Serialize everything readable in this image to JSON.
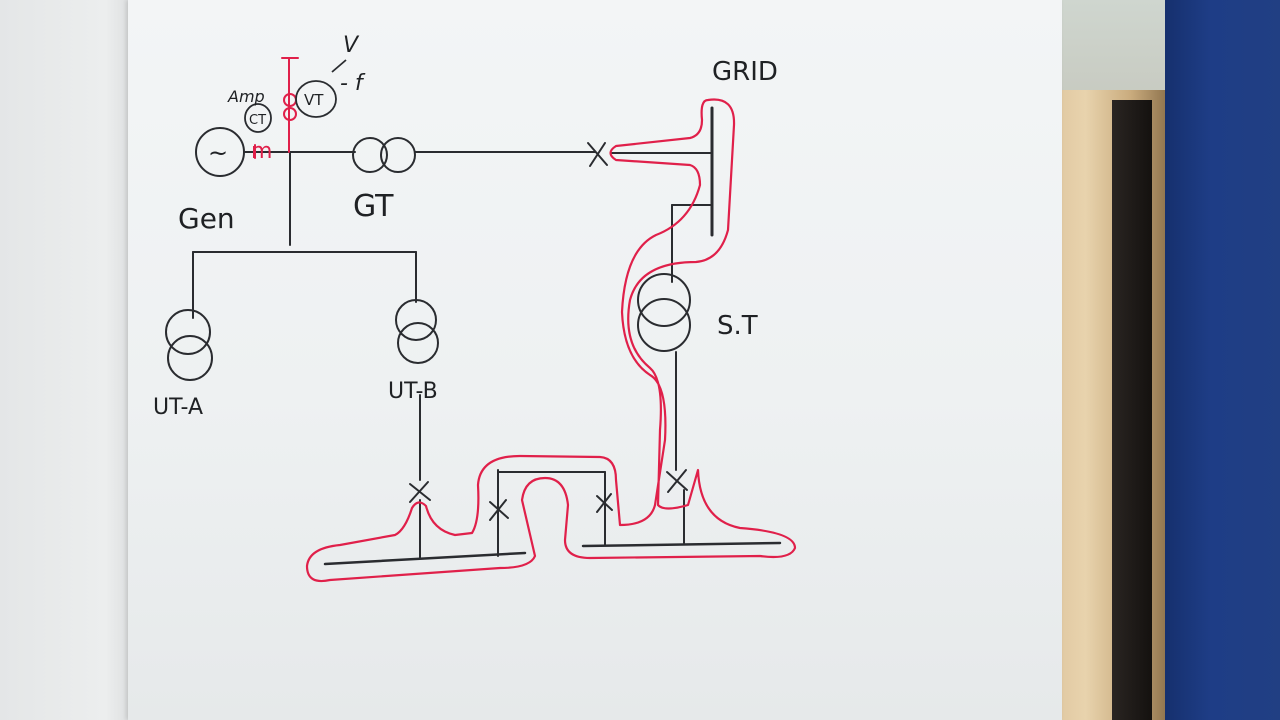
{
  "labels": {
    "grid": "GRID",
    "gen": "Gen",
    "gt": "GT",
    "st": "S.T",
    "ut_a": "UT-A",
    "ut_b": "UT-B",
    "amp": "Amp",
    "ct": "CT",
    "vt": "VT",
    "v": "V",
    "f": "- f",
    "m": "m",
    "gen_symbol": "~"
  },
  "colors": {
    "ink": "#2a2c30",
    "highlight": "#e0204a",
    "paper": "#f1f3f4"
  }
}
